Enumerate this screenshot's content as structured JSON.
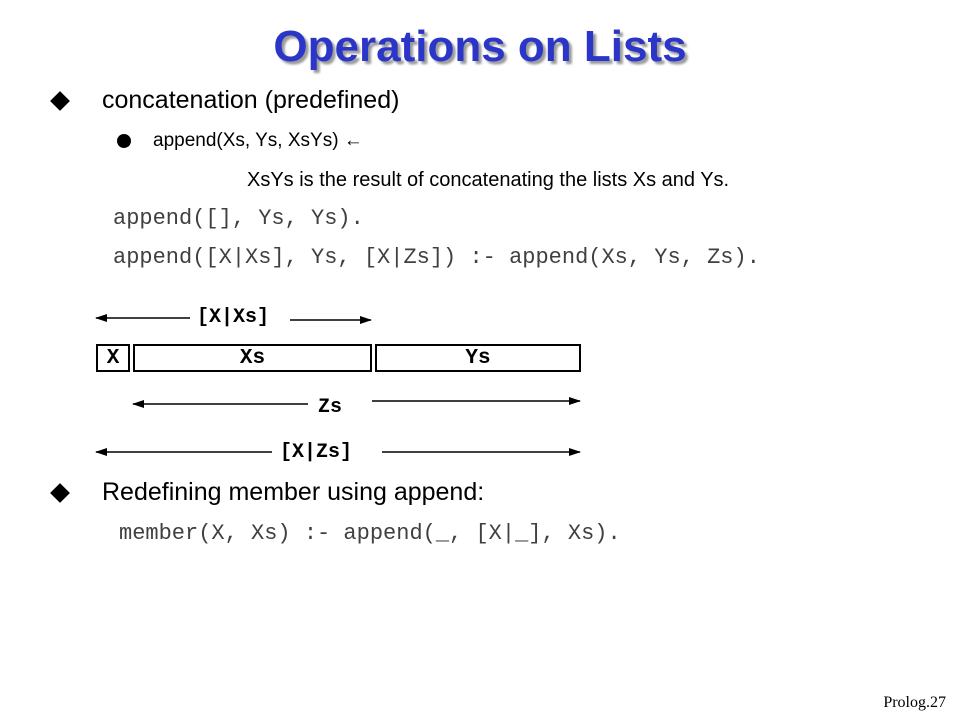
{
  "slide": {
    "title": "Operations on Lists",
    "bullet1": "concatenation (predefined)",
    "sub_bullet": "append(Xs, Ys, XsYs) ←",
    "description": "XsYs is the result of concatenating the lists Xs and Ys.",
    "code_line1": "append([], Ys, Ys).",
    "code_line2": "append([X|Xs], Ys, [X|Zs]) :- append(Xs, Ys, Zs).",
    "bullet2": "Redefining member using append:",
    "code_line3": "member(X, Xs) :- append(_, [X|_], Xs).",
    "footer": "Prolog.27"
  },
  "diagram": {
    "box_x": "X",
    "box_xs": "Xs",
    "box_ys": "Ys",
    "label_x_xs": "[X|Xs]",
    "label_zs": "Zs",
    "label_x_zs": "[X|Zs]"
  },
  "colors": {
    "title": "#2b35c8",
    "code": "#404040"
  }
}
